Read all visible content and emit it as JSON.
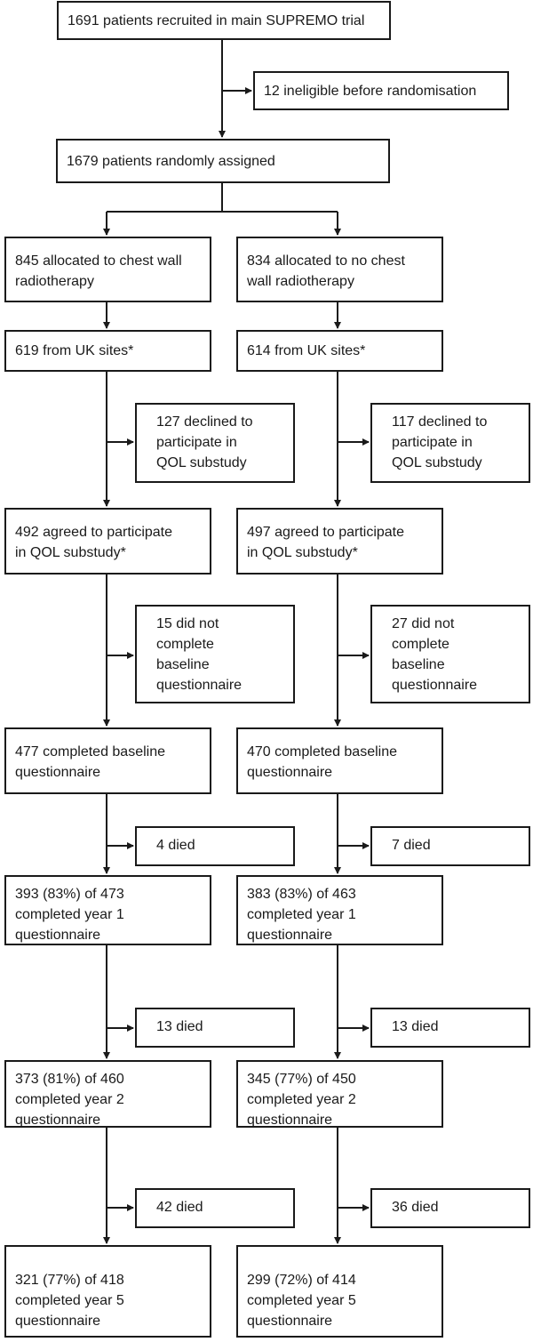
{
  "recruited": "1691 patients recruited in main SUPREMO trial",
  "ineligible": "12 ineligible before randomisation",
  "randomised": "1679 patients randomly assigned",
  "left": {
    "allocated": "845 allocated to chest wall\nradiotherapy",
    "uk_sites": "619 from UK sites*",
    "declined": "127 declined to\nparticipate in\nQOL substudy",
    "agreed": "492 agreed to participate\nin QOL substudy*",
    "no_baseline": "15 did not\ncomplete\nbaseline\nquestionnaire",
    "baseline": "477 completed baseline\nquestionnaire",
    "died_1": "4 died",
    "year1": "393 (83%) of 473\ncompleted year 1\nquestionnaire",
    "died_2": "13 died",
    "year2": "373 (81%) of 460\ncompleted year 2\nquestionnaire",
    "died_5": "42 died",
    "year5": "321 (77%) of 418\ncompleted year 5\nquestionnaire"
  },
  "right": {
    "allocated": "834 allocated to no chest\nwall radiotherapy",
    "uk_sites": "614 from UK sites*",
    "declined": "117 declined to\nparticipate in\nQOL substudy",
    "agreed": "497 agreed to participate\nin QOL substudy*",
    "no_baseline": "27 did not\ncomplete\nbaseline\nquestionnaire",
    "baseline": "470 completed baseline\nquestionnaire",
    "died_1": "7 died",
    "year1": "383 (83%) of 463\ncompleted year 1\nquestionnaire",
    "died_2": "13 died",
    "year2": "345 (77%) of 450\ncompleted year 2\nquestionnaire",
    "died_5": "36 died",
    "year5": "299 (72%) of 414\ncompleted year 5\nquestionnaire"
  }
}
